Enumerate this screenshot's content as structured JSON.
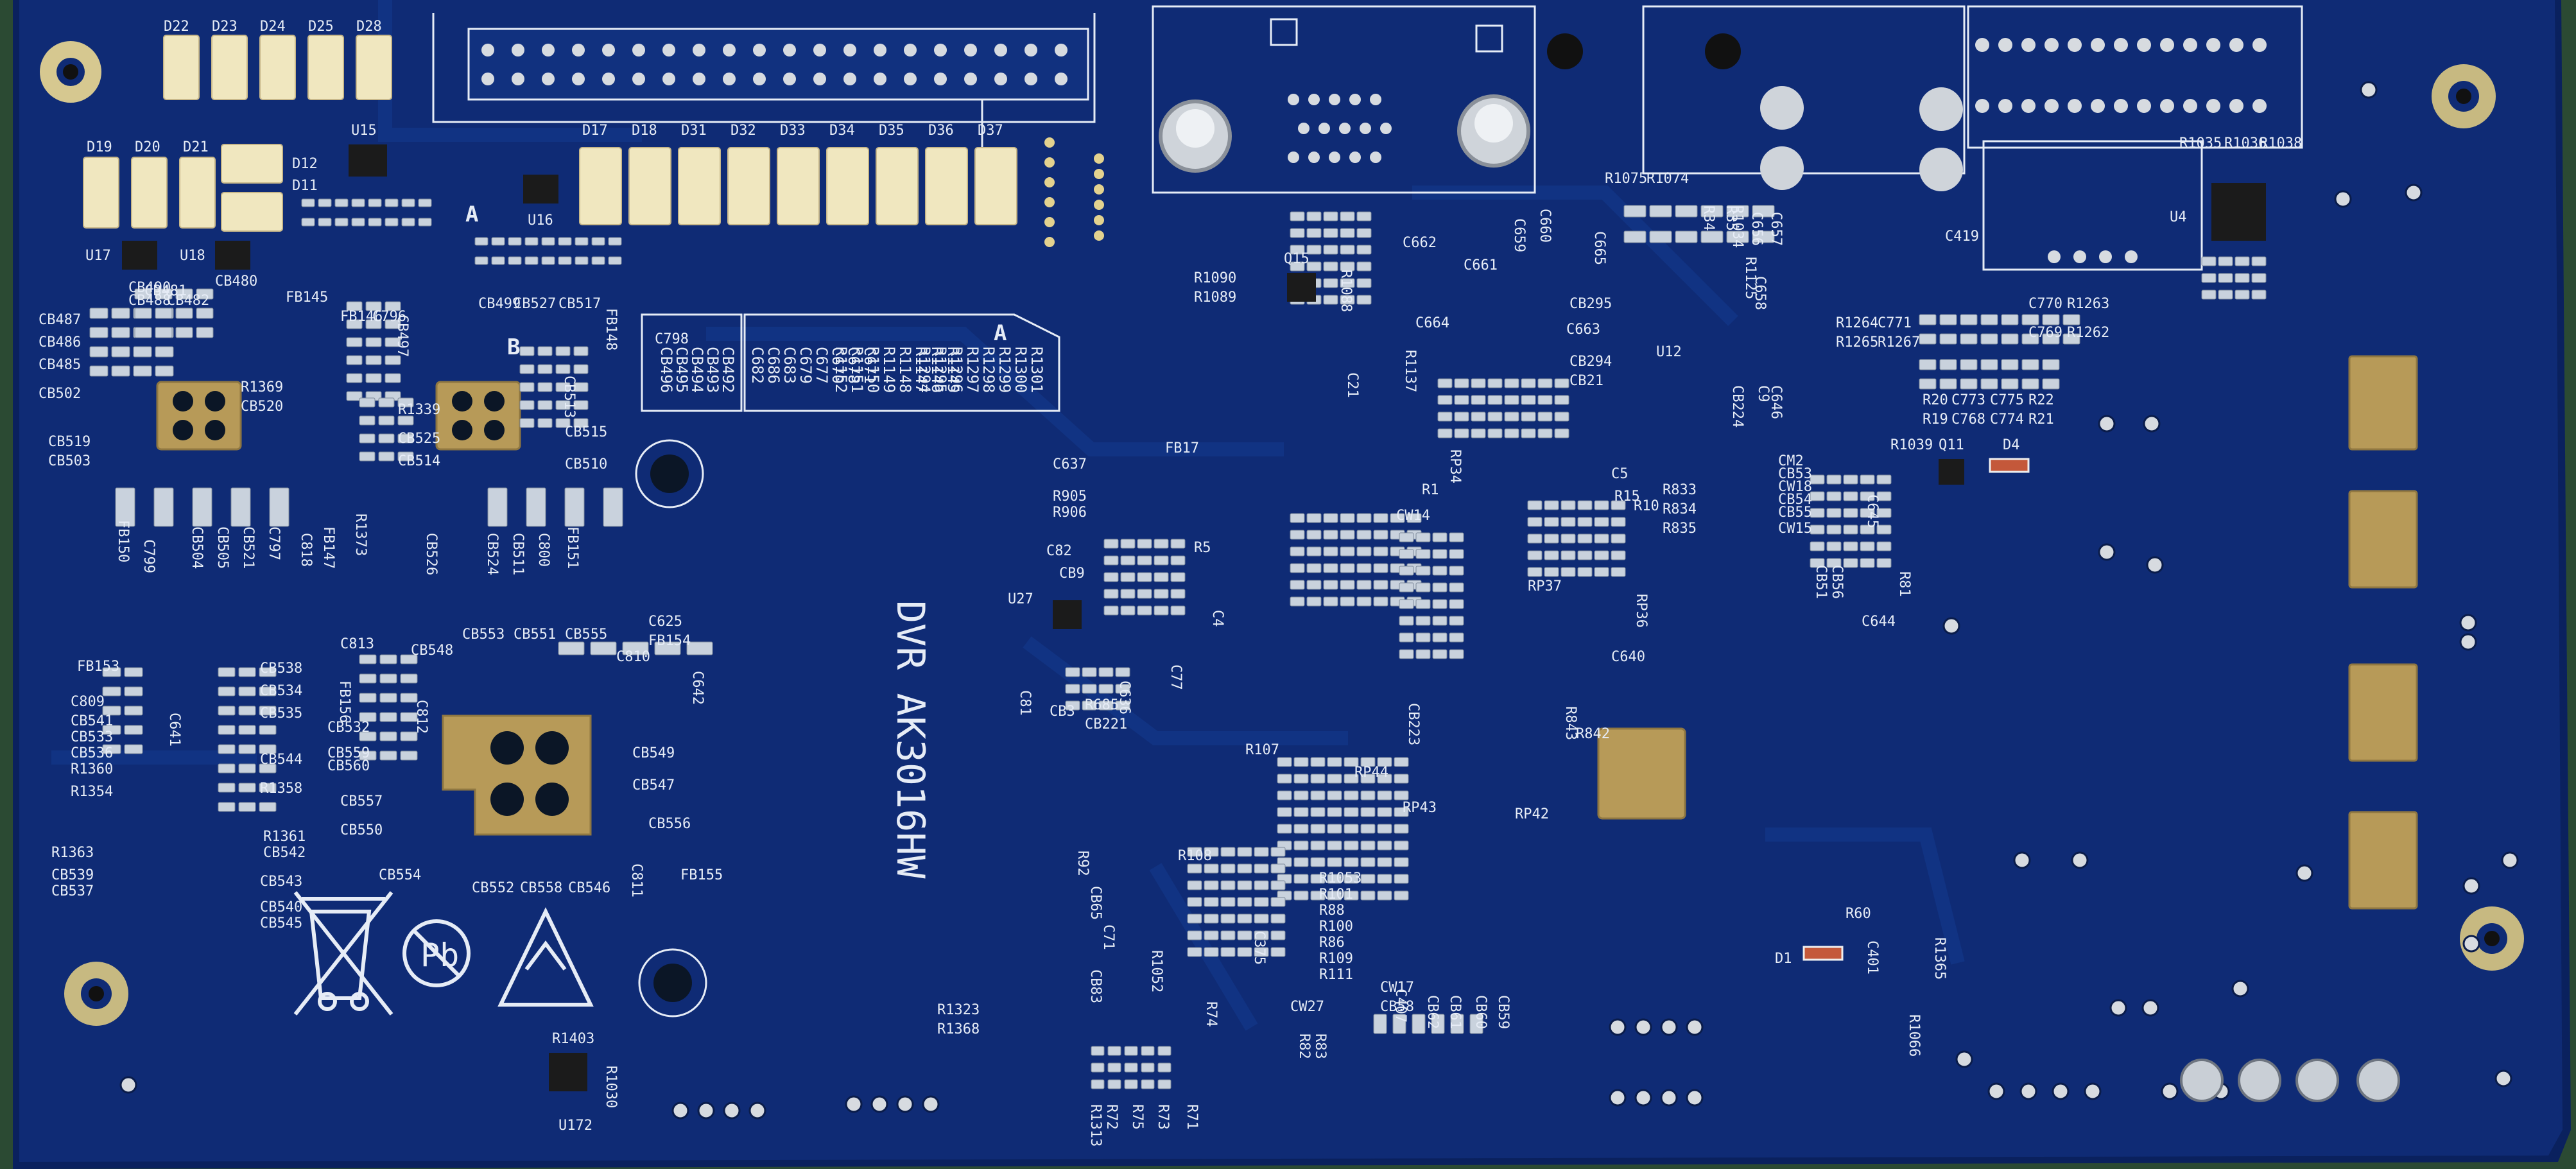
{
  "board": {
    "model": "DVR  AK3016HW",
    "section_a": "A",
    "section_b": "B",
    "colors": {
      "background": "#2b4a33",
      "board": "#0f2b75",
      "board_edge": "#0a215e",
      "silk": "#e6ecf6",
      "pad": "#f0e7bf",
      "copper": "#b79a58"
    },
    "labels": [
      {
        "id": "d22",
        "text": "D22"
      },
      {
        "id": "d23",
        "text": "D23"
      },
      {
        "id": "d24",
        "text": "D24"
      },
      {
        "id": "d25",
        "text": "D25"
      },
      {
        "id": "d28",
        "text": "D28"
      },
      {
        "id": "d19",
        "text": "D19"
      },
      {
        "id": "d20",
        "text": "D20"
      },
      {
        "id": "d21",
        "text": "D21"
      },
      {
        "id": "d12",
        "text": "D12"
      },
      {
        "id": "d11",
        "text": "D11"
      },
      {
        "id": "u15",
        "text": "U15"
      },
      {
        "id": "u16",
        "text": "U16"
      },
      {
        "id": "u17",
        "text": "U17"
      },
      {
        "id": "u18",
        "text": "U18"
      },
      {
        "id": "d17",
        "text": "D17"
      },
      {
        "id": "d18",
        "text": "D18"
      },
      {
        "id": "d31",
        "text": "D31"
      },
      {
        "id": "d32",
        "text": "D32"
      },
      {
        "id": "d33",
        "text": "D33"
      },
      {
        "id": "d34",
        "text": "D34"
      },
      {
        "id": "d35",
        "text": "D35"
      },
      {
        "id": "d36",
        "text": "D36"
      },
      {
        "id": "d37",
        "text": "D37"
      },
      {
        "id": "c798",
        "text": "C798"
      },
      {
        "id": "fb148",
        "text": "FB148"
      },
      {
        "id": "cb487",
        "text": "CB487"
      },
      {
        "id": "cb486",
        "text": "CB486"
      },
      {
        "id": "cb485",
        "text": "CB485"
      },
      {
        "id": "cb502",
        "text": "CB502"
      },
      {
        "id": "cb519",
        "text": "CB519"
      },
      {
        "id": "cb503",
        "text": "CB503"
      },
      {
        "id": "r1369",
        "text": "R1369"
      },
      {
        "id": "cb520",
        "text": "CB520"
      },
      {
        "id": "r1339",
        "text": "R1339"
      },
      {
        "id": "cb525",
        "text": "CB525"
      },
      {
        "id": "cb514",
        "text": "CB514"
      },
      {
        "id": "cb513",
        "text": "CB513"
      },
      {
        "id": "cb515",
        "text": "CB515"
      },
      {
        "id": "cb510",
        "text": "CB510"
      },
      {
        "id": "fb150",
        "text": "FB150"
      },
      {
        "id": "c799",
        "text": "C799"
      },
      {
        "id": "cb504",
        "text": "CB504"
      },
      {
        "id": "cb505",
        "text": "CB505"
      },
      {
        "id": "cb521",
        "text": "CB521"
      },
      {
        "id": "c797",
        "text": "C797"
      },
      {
        "id": "c818",
        "text": "C818"
      },
      {
        "id": "fb147",
        "text": "FB147"
      },
      {
        "id": "r1373",
        "text": "R1373"
      },
      {
        "id": "cb526",
        "text": "CB526"
      },
      {
        "id": "cb524",
        "text": "CB524"
      },
      {
        "id": "cb511",
        "text": "CB511"
      },
      {
        "id": "c800",
        "text": "C800"
      },
      {
        "id": "fb151",
        "text": "FB151"
      },
      {
        "id": "cb553",
        "text": "CB553"
      },
      {
        "id": "cb551",
        "text": "CB551"
      },
      {
        "id": "cb555",
        "text": "CB555"
      },
      {
        "id": "c625",
        "text": "C625"
      },
      {
        "id": "fb154",
        "text": "FB154"
      },
      {
        "id": "c810",
        "text": "C810"
      },
      {
        "id": "c642",
        "text": "C642"
      },
      {
        "id": "cb548",
        "text": "CB548"
      },
      {
        "id": "c813",
        "text": "C813"
      },
      {
        "id": "fb153",
        "text": "FB153"
      },
      {
        "id": "c809",
        "text": "C809"
      },
      {
        "id": "c641",
        "text": "C641"
      },
      {
        "id": "cb538",
        "text": "CB538"
      },
      {
        "id": "cb534",
        "text": "CB534"
      },
      {
        "id": "cb535",
        "text": "CB535"
      },
      {
        "id": "cb541",
        "text": "CB541"
      },
      {
        "id": "cb533",
        "text": "CB533"
      },
      {
        "id": "cb536",
        "text": "CB536"
      },
      {
        "id": "r1360",
        "text": "R1360"
      },
      {
        "id": "r1354",
        "text": "R1354"
      },
      {
        "id": "cb544",
        "text": "CB544"
      },
      {
        "id": "r1358",
        "text": "R1358"
      },
      {
        "id": "cb559",
        "text": "CB559"
      },
      {
        "id": "cb560",
        "text": "CB560"
      },
      {
        "id": "fb156",
        "text": "FB156"
      },
      {
        "id": "cb532",
        "text": "CB532"
      },
      {
        "id": "c812",
        "text": "C812"
      },
      {
        "id": "cb549",
        "text": "CB549"
      },
      {
        "id": "cb547",
        "text": "CB547"
      },
      {
        "id": "cb557",
        "text": "CB557"
      },
      {
        "id": "cb550",
        "text": "CB550"
      },
      {
        "id": "r1361",
        "text": "R1361"
      },
      {
        "id": "cb542",
        "text": "CB542"
      },
      {
        "id": "r1363",
        "text": "R1363"
      },
      {
        "id": "cb539",
        "text": "CB539"
      },
      {
        "id": "cb537",
        "text": "CB537"
      },
      {
        "id": "cb543",
        "text": "CB543"
      },
      {
        "id": "cb540",
        "text": "CB540"
      },
      {
        "id": "cb545",
        "text": "CB545"
      },
      {
        "id": "cb554",
        "text": "CB554"
      },
      {
        "id": "cb556",
        "text": "CB556"
      },
      {
        "id": "c811",
        "text": "C811"
      },
      {
        "id": "fb155",
        "text": "FB155"
      },
      {
        "id": "cb552",
        "text": "CB552"
      },
      {
        "id": "cb558",
        "text": "CB558"
      },
      {
        "id": "cb546",
        "text": "CB546"
      },
      {
        "id": "r1403",
        "text": "R1403"
      },
      {
        "id": "r1030",
        "text": "R1030"
      },
      {
        "id": "u172",
        "text": "U172"
      },
      {
        "id": "c662",
        "text": "C662"
      },
      {
        "id": "c661",
        "text": "C661"
      },
      {
        "id": "c660",
        "text": "C660"
      },
      {
        "id": "c659",
        "text": "C659"
      },
      {
        "id": "c665",
        "text": "C665"
      },
      {
        "id": "q15",
        "text": "Q15"
      },
      {
        "id": "r1090",
        "text": "R1090"
      },
      {
        "id": "r1089",
        "text": "R1089"
      },
      {
        "id": "r1088",
        "text": "R1088"
      },
      {
        "id": "c664",
        "text": "C664"
      },
      {
        "id": "c663",
        "text": "C663"
      },
      {
        "id": "cb295",
        "text": "CB295"
      },
      {
        "id": "cb294",
        "text": "CB294"
      },
      {
        "id": "cb21",
        "text": "CB21"
      },
      {
        "id": "u12",
        "text": "U12"
      },
      {
        "id": "c646",
        "text": "C646"
      },
      {
        "id": "c9",
        "text": "C9"
      },
      {
        "id": "cb224",
        "text": "CB224"
      },
      {
        "id": "c21",
        "text": "C21"
      },
      {
        "id": "r1137",
        "text": "R1137"
      },
      {
        "id": "c657",
        "text": "C657"
      },
      {
        "id": "c656",
        "text": "C656"
      },
      {
        "id": "r1075",
        "text": "R1075"
      },
      {
        "id": "r1074",
        "text": "R1074"
      },
      {
        "id": "c637",
        "text": "C637"
      },
      {
        "id": "fb17",
        "text": "FB17"
      },
      {
        "id": "r905",
        "text": "R905"
      },
      {
        "id": "r906",
        "text": "R906"
      },
      {
        "id": "c82",
        "text": "C82"
      },
      {
        "id": "cb9",
        "text": "CB9"
      },
      {
        "id": "u27",
        "text": "U27"
      },
      {
        "id": "c81",
        "text": "C81"
      },
      {
        "id": "cb3",
        "text": "CB3"
      },
      {
        "id": "r685",
        "text": "R685"
      },
      {
        "id": "cb221",
        "text": "CB221"
      },
      {
        "id": "c636",
        "text": "C636"
      },
      {
        "id": "c77",
        "text": "C77"
      },
      {
        "id": "r5",
        "text": "R5"
      },
      {
        "id": "c4",
        "text": "C4"
      },
      {
        "id": "cw14",
        "text": "CW14"
      },
      {
        "id": "r1",
        "text": "R1"
      },
      {
        "id": "c5",
        "text": "C5"
      },
      {
        "id": "r15",
        "text": "R15"
      },
      {
        "id": "r10",
        "text": "R10"
      },
      {
        "id": "r833",
        "text": "R833"
      },
      {
        "id": "r834",
        "text": "R834"
      },
      {
        "id": "r835",
        "text": "R835"
      },
      {
        "id": "rp34",
        "text": "RP34"
      },
      {
        "id": "rp36",
        "text": "RP36"
      },
      {
        "id": "rp37",
        "text": "RP37"
      },
      {
        "id": "c640",
        "text": "C640"
      },
      {
        "id": "r843",
        "text": "R843"
      },
      {
        "id": "r842",
        "text": "R842"
      },
      {
        "id": "cb223",
        "text": "CB223"
      },
      {
        "id": "rp44",
        "text": "RP44"
      },
      {
        "id": "rp43",
        "text": "RP43"
      },
      {
        "id": "rp42",
        "text": "RP42"
      },
      {
        "id": "r107",
        "text": "R107"
      },
      {
        "id": "r108",
        "text": "R108"
      },
      {
        "id": "r1053",
        "text": "R1053"
      },
      {
        "id": "r101",
        "text": "R101"
      },
      {
        "id": "r88",
        "text": "R88"
      },
      {
        "id": "r100",
        "text": "R100"
      },
      {
        "id": "r86",
        "text": "R86"
      },
      {
        "id": "r109",
        "text": "R109"
      },
      {
        "id": "r111",
        "text": "R111"
      },
      {
        "id": "r92",
        "text": "R92"
      },
      {
        "id": "cb65",
        "text": "CB65"
      },
      {
        "id": "c71",
        "text": "C71"
      },
      {
        "id": "c375",
        "text": "C375"
      },
      {
        "id": "r1052",
        "text": "R1052"
      },
      {
        "id": "cb83",
        "text": "CB83"
      },
      {
        "id": "r1323",
        "text": "R1323"
      },
      {
        "id": "r1368",
        "text": "R1368"
      },
      {
        "id": "r74",
        "text": "R74"
      },
      {
        "id": "cw27",
        "text": "CW27"
      },
      {
        "id": "r82",
        "text": "R82"
      },
      {
        "id": "r83",
        "text": "R83"
      },
      {
        "id": "c407",
        "text": "C407"
      },
      {
        "id": "cw17",
        "text": "CW17"
      },
      {
        "id": "cb58",
        "text": "CB58"
      },
      {
        "id": "cb62",
        "text": "CB62"
      },
      {
        "id": "cb61",
        "text": "CB61"
      },
      {
        "id": "cb60",
        "text": "CB60"
      },
      {
        "id": "cb59",
        "text": "CB59"
      },
      {
        "id": "r1313",
        "text": "R1313"
      },
      {
        "id": "r72",
        "text": "R72"
      },
      {
        "id": "r75",
        "text": "R75"
      },
      {
        "id": "r73",
        "text": "R73"
      },
      {
        "id": "r71",
        "text": "R71"
      },
      {
        "id": "c419",
        "text": "C419"
      },
      {
        "id": "u4",
        "text": "U4"
      },
      {
        "id": "r1035",
        "text": "R1035"
      },
      {
        "id": "r1036",
        "text": "R1036"
      },
      {
        "id": "r1038",
        "text": "R1038"
      },
      {
        "id": "c770",
        "text": "C770"
      },
      {
        "id": "r1263",
        "text": "R1263"
      },
      {
        "id": "c769",
        "text": "C769"
      },
      {
        "id": "r1262",
        "text": "R1262"
      },
      {
        "id": "r1264",
        "text": "R1264"
      },
      {
        "id": "c771",
        "text": "C771"
      },
      {
        "id": "r1265",
        "text": "R1265"
      },
      {
        "id": "r1267",
        "text": "R1267"
      },
      {
        "id": "r20",
        "text": "R20"
      },
      {
        "id": "c773",
        "text": "C773"
      },
      {
        "id": "c775",
        "text": "C775"
      },
      {
        "id": "r22",
        "text": "R22"
      },
      {
        "id": "r19",
        "text": "R19"
      },
      {
        "id": "c768",
        "text": "C768"
      },
      {
        "id": "c774",
        "text": "C774"
      },
      {
        "id": "r21",
        "text": "R21"
      },
      {
        "id": "r1039",
        "text": "R1039"
      },
      {
        "id": "q11",
        "text": "Q11"
      },
      {
        "id": "d4",
        "text": "D4"
      },
      {
        "id": "cm2",
        "text": "CM2"
      },
      {
        "id": "cb53",
        "text": "CB53"
      },
      {
        "id": "cw18",
        "text": "CW18"
      },
      {
        "id": "cb54",
        "text": "CB54"
      },
      {
        "id": "cb55",
        "text": "CB55"
      },
      {
        "id": "cw15",
        "text": "CW15"
      },
      {
        "id": "c645",
        "text": "C645"
      },
      {
        "id": "cb51",
        "text": "CB51"
      },
      {
        "id": "cb56",
        "text": "CB56"
      },
      {
        "id": "r81",
        "text": "R81"
      },
      {
        "id": "c644",
        "text": "C644"
      },
      {
        "id": "r60",
        "text": "R60"
      },
      {
        "id": "d1",
        "text": "D1"
      },
      {
        "id": "c401",
        "text": "C401"
      },
      {
        "id": "r1365",
        "text": "R1365"
      },
      {
        "id": "r1066",
        "text": "R1066"
      },
      {
        "id": "r1034",
        "text": "R1034"
      },
      {
        "id": "r1125",
        "text": "R1125"
      },
      {
        "id": "c658",
        "text": "C658"
      },
      {
        "id": "r34",
        "text": "R34"
      },
      {
        "id": "r35",
        "text": "R35"
      },
      {
        "id": "cb499",
        "text": "CB499"
      },
      {
        "id": "cb527",
        "text": "CB527"
      },
      {
        "id": "cb517",
        "text": "CB517"
      },
      {
        "id": "fb146",
        "text": "FB146"
      },
      {
        "id": "c796",
        "text": "C796"
      },
      {
        "id": "cb497",
        "text": "CB497"
      },
      {
        "id": "cb481",
        "text": "CB481"
      },
      {
        "id": "cb480",
        "text": "CB480"
      },
      {
        "id": "cb490",
        "text": "CB490"
      },
      {
        "id": "cb488",
        "text": "CB488"
      },
      {
        "id": "cb482",
        "text": "CB482"
      },
      {
        "id": "fb145",
        "text": "FB145"
      }
    ],
    "table_a": [
      [
        "C682",
        "R1152",
        "R1294"
      ],
      [
        "C686",
        "R1151",
        "R1295"
      ],
      [
        "C683",
        "R1150",
        "R1296"
      ],
      [
        "C679",
        "R1149",
        "R1297"
      ],
      [
        "C677",
        "R1148",
        "R1298"
      ],
      [
        "C670",
        "R1147",
        "R1299"
      ],
      [
        "C678",
        "R1146",
        "R1300"
      ],
      [
        "C671",
        "R1145",
        "R1301"
      ]
    ],
    "table_b": [
      [
        "CB496"
      ],
      [
        "CB495"
      ],
      [
        "CB494"
      ],
      [
        "CB493"
      ],
      [
        "CB492"
      ]
    ]
  }
}
